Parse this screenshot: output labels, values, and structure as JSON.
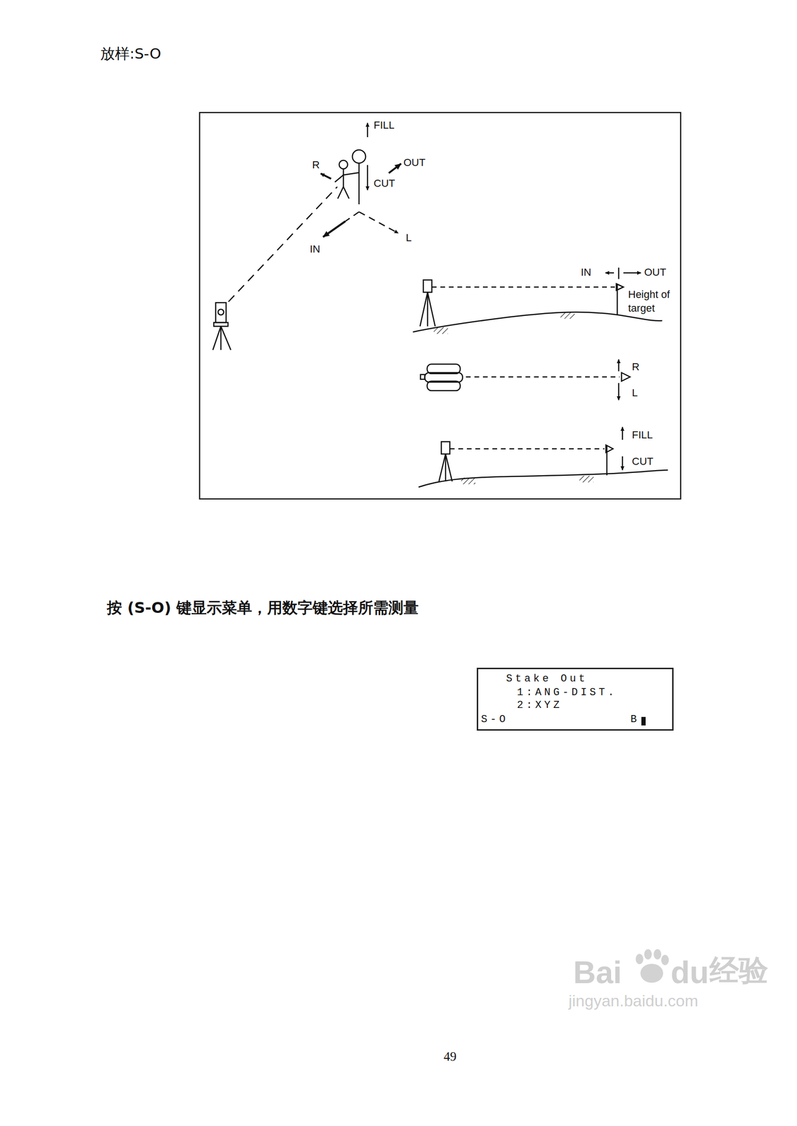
{
  "diagram": {
    "title": "放样:S-O",
    "nodes": [
      {
        "text": [
          "Stake Out",
          "1:ANG-DIST.",
          "2:XYZ",
          "S-O",
          "B"
        ]
      }
    ],
    "labels": [
      "FILL",
      "OUT",
      "R",
      "CUT",
      "IN",
      "L",
      "IN",
      "OUT",
      "Height of target",
      "R",
      "L",
      "FILL",
      "CUT",
      "按 (S-O) 键显示菜单，用数字键选择所需测量",
      "49",
      "Bai",
      "du",
      "经验",
      "jingyan.baidu.com"
    ]
  }
}
